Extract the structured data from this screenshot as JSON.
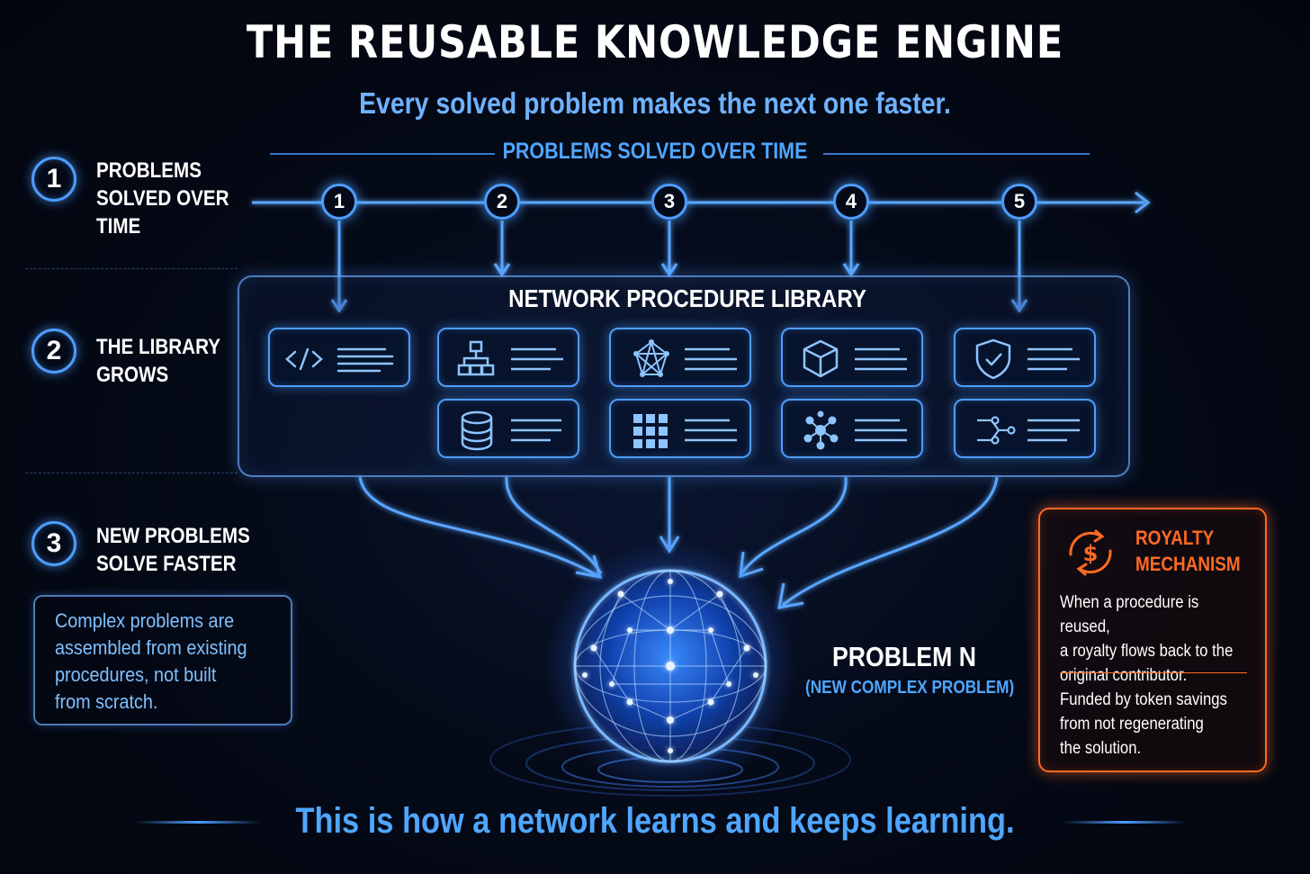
{
  "header": {
    "title": "THE REUSABLE KNOWLEDGE ENGINE",
    "subtitle": "Every solved problem makes the next one faster."
  },
  "timeline": {
    "label": "PROBLEMS SOLVED OVER TIME",
    "nodes": [
      "1",
      "2",
      "3",
      "4",
      "5"
    ]
  },
  "steps": [
    {
      "number": "1",
      "lines": [
        "PROBLEMS",
        "SOLVED OVER",
        "TIME"
      ]
    },
    {
      "number": "2",
      "lines": [
        "THE LIBRARY",
        "GROWS"
      ]
    },
    {
      "number": "3",
      "lines": [
        "NEW PROBLEMS",
        "SOLVE FASTER"
      ]
    }
  ],
  "library": {
    "title": "NETWORK PROCEDURE LIBRARY",
    "cards": [
      {
        "icon": "code-icon"
      },
      {
        "icon": "hierarchy-icon"
      },
      {
        "icon": "network-star-icon"
      },
      {
        "icon": "cube-icon"
      },
      {
        "icon": "shield-check-icon"
      },
      {
        "icon": "database-icon"
      },
      {
        "icon": "grid-icon"
      },
      {
        "icon": "cluster-icon"
      },
      {
        "icon": "flow-icon"
      }
    ]
  },
  "note": {
    "lines": [
      "Complex problems are",
      "assembled from existing",
      "procedures, not built",
      "from scratch."
    ]
  },
  "problem": {
    "title": "PROBLEM N",
    "subtitle": "(NEW COMPLEX PROBLEM)"
  },
  "royalty": {
    "title_lines": [
      "ROYALTY",
      "MECHANISM"
    ],
    "icon": "dollar-cycle-icon",
    "text1_lines": [
      "When a procedure is reused,",
      "a royalty flows back to the",
      "original contributor."
    ],
    "text2_lines": [
      "Funded by token savings",
      "from not regenerating",
      "the solution."
    ]
  },
  "footer": {
    "text": "This is how a network learns and keeps learning."
  },
  "colors": {
    "accent_blue": "#4d9dff",
    "accent_orange": "#ff6a22",
    "background": "#02050d"
  }
}
